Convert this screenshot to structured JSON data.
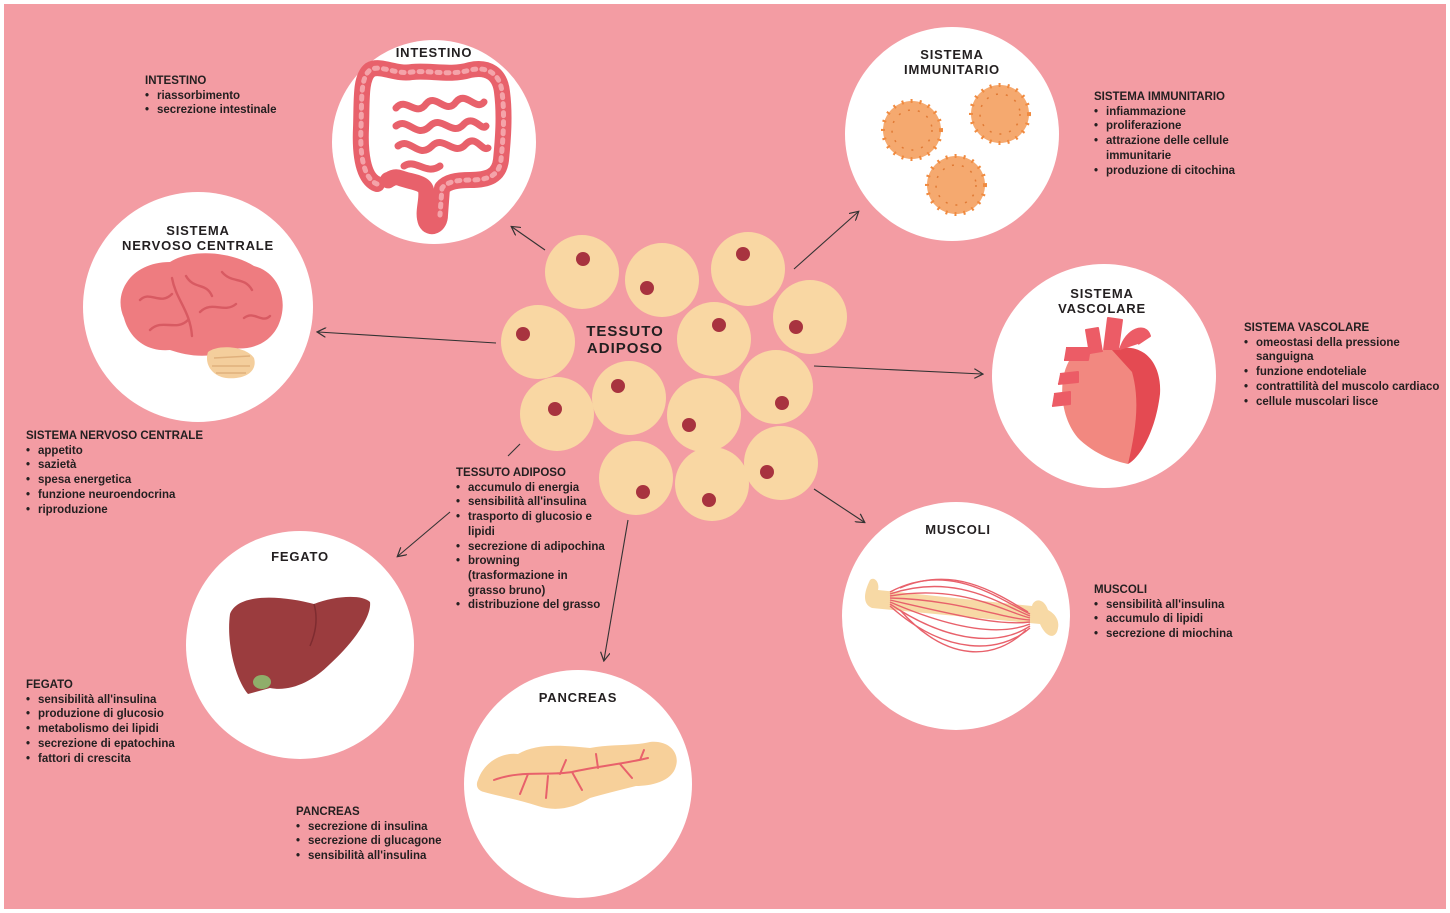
{
  "colors": {
    "background": "#f39ca3",
    "circle": "#ffffff",
    "fat_cell": "#f9d7a3",
    "nucleus": "#a8333f",
    "arrow": "#333333"
  },
  "center": {
    "title_line1": "TESSUTO",
    "title_line2": "ADIPOSO",
    "block": {
      "title": "TESSUTO ADIPOSO",
      "items": [
        "accumulo di energia",
        "sensibilità all'insulina",
        "trasporto di glucosio e lipidi",
        "secrezione di adipochina",
        "browning (trasformazione in grasso bruno)",
        "distribuzione del grasso"
      ]
    }
  },
  "organs": {
    "intestino": {
      "circle_title": "INTESTINO",
      "icon": "intestine-icon",
      "block": {
        "title": "INTESTINO",
        "items": [
          "riassorbimento",
          "secrezione intestinale"
        ]
      }
    },
    "immunitario": {
      "circle_title_line1": "SISTEMA",
      "circle_title_line2": "IMMUNITARIO",
      "icon": "immune-cells-icon",
      "block": {
        "title": "SISTEMA IMMUNITARIO",
        "items": [
          "infiammazione",
          "proliferazione",
          "attrazione delle cellule immunitarie",
          "produzione di citochina"
        ]
      }
    },
    "nervoso": {
      "circle_title_line1": "SISTEMA",
      "circle_title_line2": "NERVOSO CENTRALE",
      "icon": "brain-icon",
      "block": {
        "title": "SISTEMA NERVOSO CENTRALE",
        "items": [
          "appetito",
          "sazietà",
          "spesa energetica",
          "funzione neuroendocrina",
          "riproduzione"
        ]
      }
    },
    "vascolare": {
      "circle_title_line1": "SISTEMA",
      "circle_title_line2": "VASCOLARE",
      "icon": "heart-icon",
      "block": {
        "title": "SISTEMA VASCOLARE",
        "items": [
          "omeostasi della pressione sanguigna",
          "funzione endoteliale",
          "contrattilità del muscolo cardiaco",
          "cellule muscolari lisce"
        ]
      }
    },
    "fegato": {
      "circle_title": "FEGATO",
      "icon": "liver-icon",
      "block": {
        "title": "FEGATO",
        "items": [
          "sensibilità all'insulina",
          "produzione di glucosio",
          "metabolismo dei lipidi",
          "secrezione di epatochina",
          "fattori di crescita"
        ]
      }
    },
    "muscoli": {
      "circle_title": "MUSCOLI",
      "icon": "muscle-icon",
      "block": {
        "title": "MUSCOLI",
        "items": [
          "sensibilità all'insulina",
          "accumulo di lipidi",
          "secrezione di miochina"
        ]
      }
    },
    "pancreas": {
      "circle_title": "PANCREAS",
      "icon": "pancreas-icon",
      "block": {
        "title": "PANCREAS",
        "items": [
          "secrezione di insulina",
          "secrezione di glucagone",
          "sensibilità all'insulina"
        ]
      }
    }
  }
}
